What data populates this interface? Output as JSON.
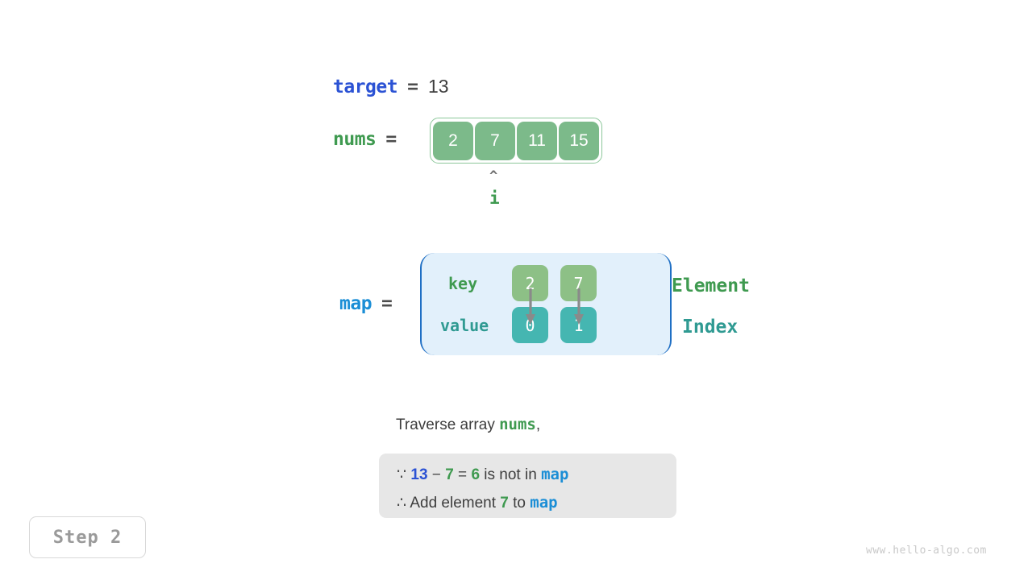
{
  "colors": {
    "target_blue": "#2b52d4",
    "nums_green": "#3f9a50",
    "map_blue": "#1b8ed6",
    "array_cell": "#7cba8a",
    "key_cell": "#8dc086",
    "value_cell": "#45b6b1",
    "map_bg": "#e2f0fb",
    "map_border": "#1f6fc4",
    "explain_bg": "#e7e7e7",
    "index_teal": "#2f9a92"
  },
  "target": {
    "name": "target",
    "equals": "=",
    "value": "13"
  },
  "nums": {
    "name": "nums",
    "equals": "=",
    "cells": [
      "2",
      "7",
      "11",
      "15"
    ]
  },
  "pointer": {
    "caret": "^",
    "label": "i",
    "index": 1
  },
  "map": {
    "name": "map",
    "equals": "=",
    "row_labels": {
      "key": "key",
      "value": "value"
    },
    "keys": [
      "2",
      "7"
    ],
    "values": [
      "0",
      "1"
    ],
    "legend": {
      "element": "Element",
      "index": "Index"
    }
  },
  "explanation": {
    "traverse_prefix": "Traverse array ",
    "traverse_var": "nums",
    "traverse_suffix": ",",
    "line1": {
      "because_symbol": "∵",
      "target_value": "13",
      "minus": "−",
      "current_value": "7",
      "equals": "=",
      "difference": "6",
      "text": " is not in ",
      "map_name": "map"
    },
    "line2": {
      "therefore_symbol": "∴",
      "text_before": "Add element ",
      "element": "7",
      "text_middle": " to ",
      "map_name": "map"
    }
  },
  "step": {
    "label": "Step 2"
  },
  "watermark": {
    "text": "www.hello-algo.com"
  }
}
